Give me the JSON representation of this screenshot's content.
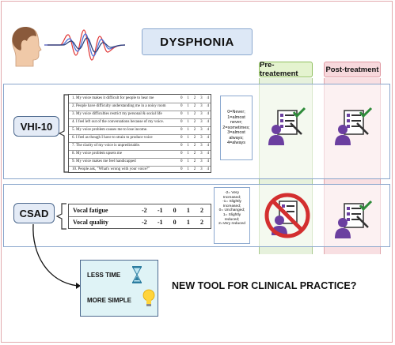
{
  "title": "DYSPHONIA",
  "columns": {
    "pre": "Pre-treatement",
    "post": "Post-treatment"
  },
  "vhi": {
    "label": "VHI-10",
    "questions": [
      "1. My voice makes it difficult for people to hear me",
      "2. People have difficulty understanding me in a noisy room",
      "3. My voice difficulties restrict my personal & social life",
      "4. I feel left out of the conversations because of my voice.",
      "5. My voice problem causes me to lose income.",
      "6. I feel as though I have to strain to produce voice",
      "7. The clarity of my voice is unpredictable.",
      "8. My voice problem upsets me",
      "9. My voice makes me feel handicapped",
      "10. People ask, \"What's wrong with your voice?\""
    ],
    "scale": [
      "0",
      "1",
      "2",
      "3",
      "4"
    ],
    "legend": [
      "0=Never;",
      "1=almost",
      "never;",
      "2=sometimes;",
      "3=almost",
      "always;",
      "4=always"
    ]
  },
  "csad": {
    "label": "CSAD",
    "items": [
      "Vocal fatigue",
      "Vocal quality"
    ],
    "scale": [
      "-2",
      "-1",
      "0",
      "1",
      "2"
    ],
    "legend": [
      "-2= Very",
      "Increased;",
      "-1= Slightly",
      "Increased;",
      "0= Unchanged;",
      "1= Slightly",
      "reduced;",
      "2=Very reduced"
    ]
  },
  "tool": {
    "less_time": "LESS TIME",
    "more_simple": "MORE SIMPLE"
  },
  "question": "NEW TOOL FOR CLINICAL PRACTICE?",
  "colors": {
    "pre_green": "#e4f3cf",
    "post_pink": "#f7d8dc",
    "band_blue": "#8aa6cc",
    "label_fill": "#e4ebf6",
    "tool_fill": "#dff3f6",
    "figure_purple": "#6b3fa0",
    "check_green": "#2e8b3a",
    "no_red": "#d32f2f"
  },
  "icons": [
    "head-sound-wave-icon",
    "survey-person-check-icon",
    "no-survey-icon",
    "hourglass-icon",
    "lightbulb-icon"
  ]
}
